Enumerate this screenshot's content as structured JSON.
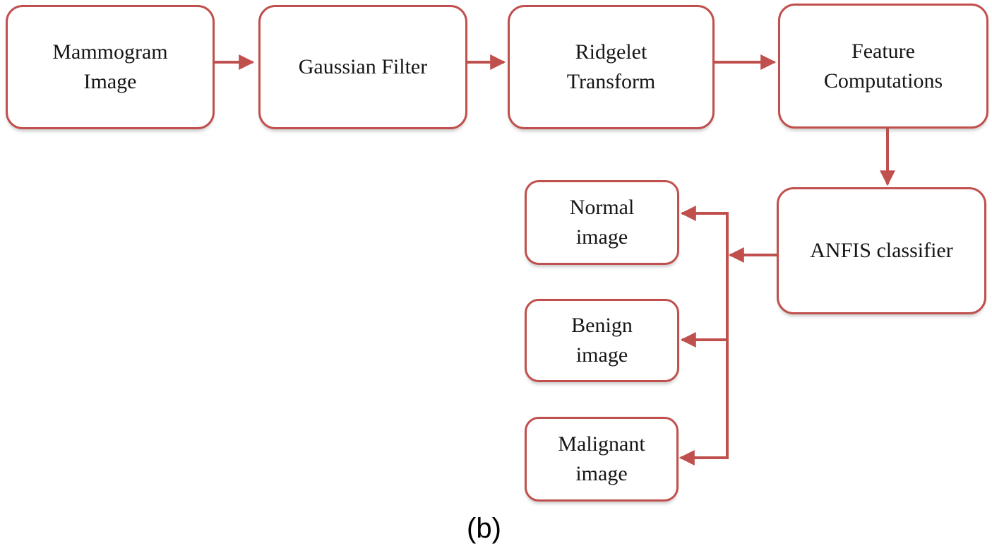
{
  "diagram": {
    "type": "flowchart",
    "caption": "(b)",
    "colors": {
      "accent": "#C0504D",
      "text": "#161616",
      "background": "#FFFFFF"
    },
    "nodes": {
      "mammogram": {
        "label": "Mammogram\nImage"
      },
      "gaussian": {
        "label": "Gaussian Filter"
      },
      "ridgelet": {
        "label": "Ridgelet\nTransform"
      },
      "feature": {
        "label": "Feature\nComputations"
      },
      "anfis": {
        "label": "ANFIS classifier"
      },
      "normal": {
        "label": "Normal\nimage"
      },
      "benign": {
        "label": "Benign\nimage"
      },
      "malignant": {
        "label": "Malignant\nimage"
      }
    },
    "edges": [
      {
        "from": "mammogram",
        "to": "gaussian"
      },
      {
        "from": "gaussian",
        "to": "ridgelet"
      },
      {
        "from": "ridgelet",
        "to": "feature"
      },
      {
        "from": "feature",
        "to": "anfis"
      },
      {
        "from": "anfis",
        "to": "normal"
      },
      {
        "from": "anfis",
        "to": "benign"
      },
      {
        "from": "anfis",
        "to": "malignant"
      }
    ]
  }
}
